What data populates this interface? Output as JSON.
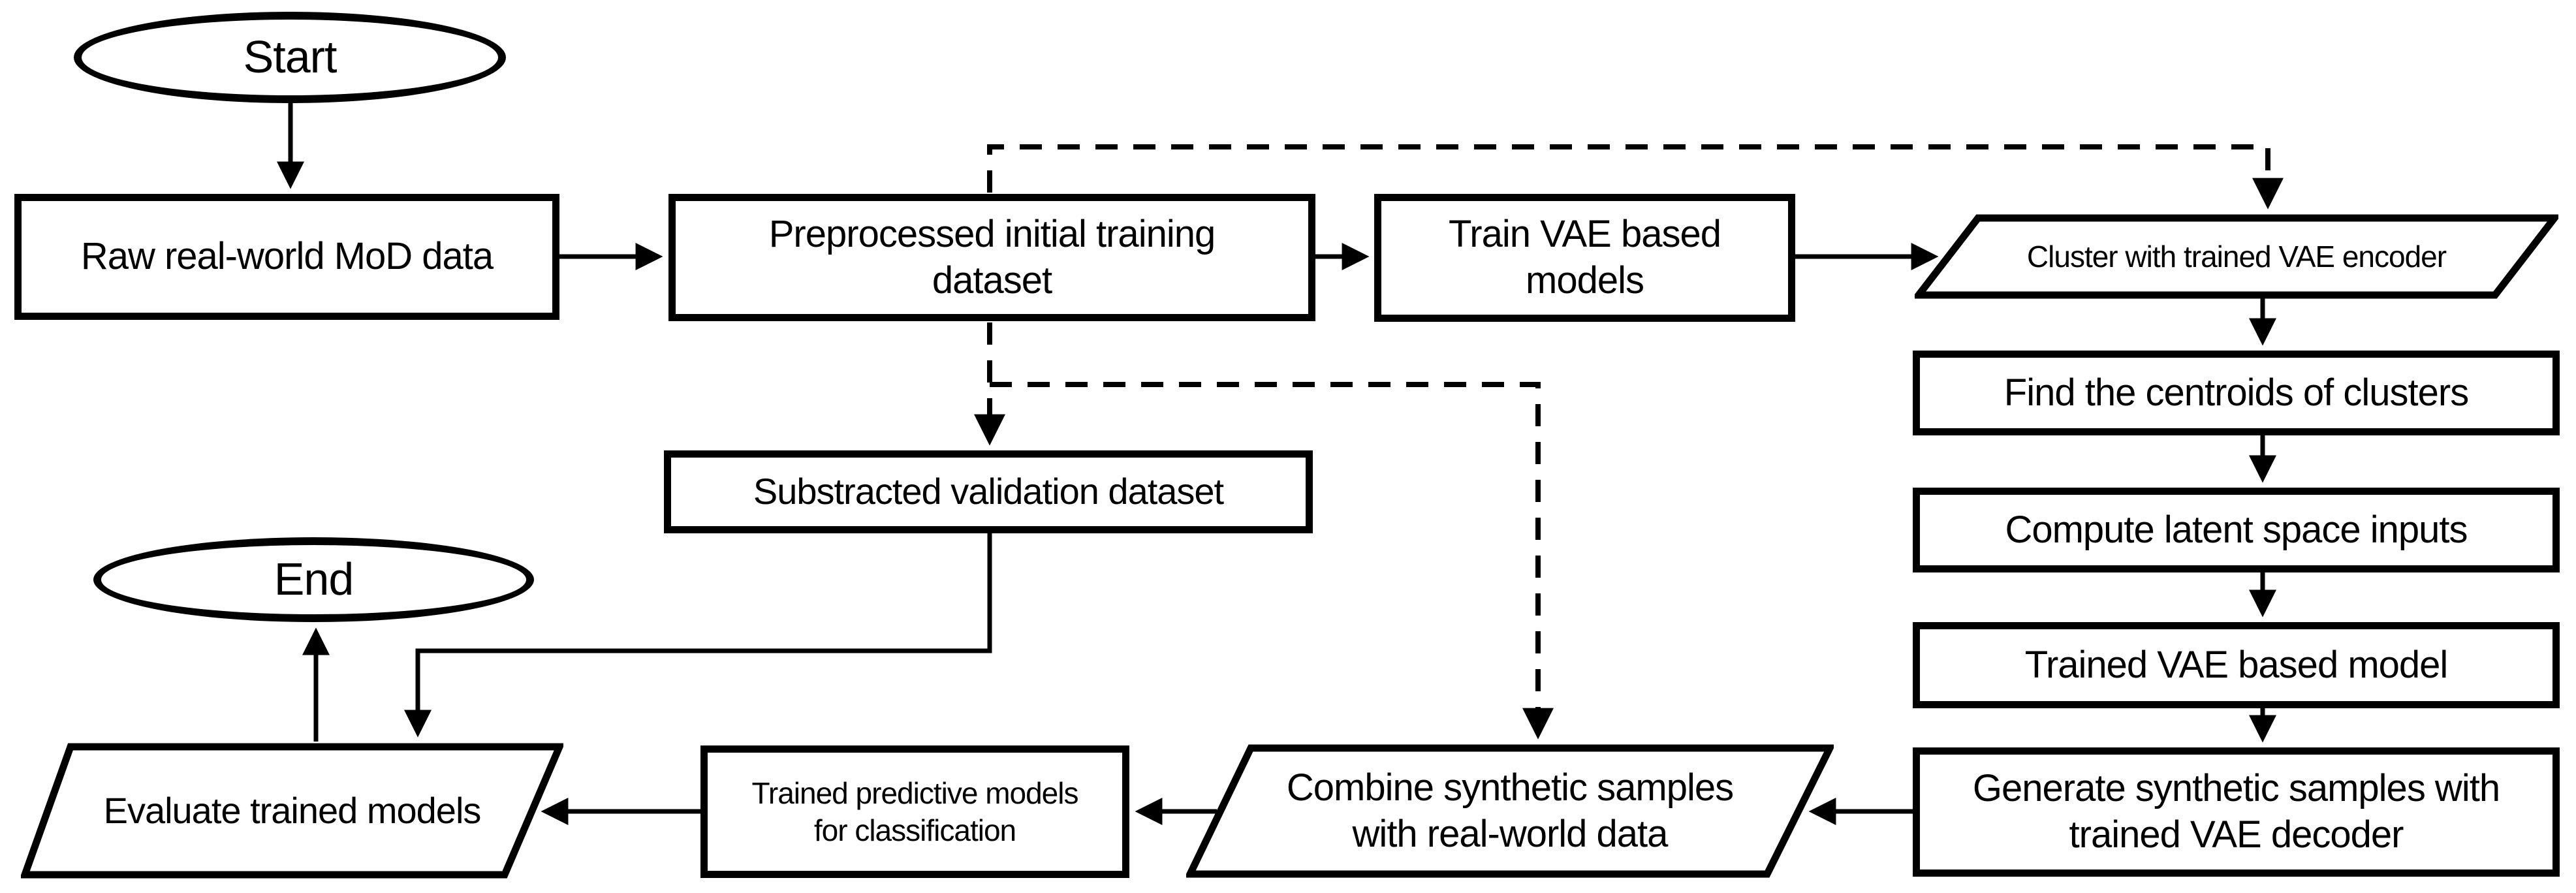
{
  "diagram_title": "VAE-based synthetic data generation flowchart",
  "colors": {
    "stroke": "#000000",
    "fill": "#ffffff"
  },
  "nodes": {
    "start": {
      "label": "Start",
      "shape": "terminator"
    },
    "raw": {
      "label": "Raw real-world MoD data",
      "shape": "rectangle"
    },
    "preprocessed": {
      "label": "Preprocessed initial training dataset",
      "shape": "rectangle"
    },
    "train": {
      "label": "Train VAE based models",
      "shape": "rectangle"
    },
    "cluster": {
      "label": "Cluster with trained VAE encoder",
      "shape": "parallelogram"
    },
    "find": {
      "label": "Find the centroids of clusters",
      "shape": "rectangle"
    },
    "compute": {
      "label": "Compute latent space inputs",
      "shape": "rectangle"
    },
    "trained_model": {
      "label": "Trained VAE based model",
      "shape": "rectangle"
    },
    "generate": {
      "label": "Generate synthetic samples with trained VAE decoder",
      "shape": "rectangle"
    },
    "combine": {
      "label": "Combine synthetic samples with real-world data",
      "shape": "parallelogram"
    },
    "predictive": {
      "label": "Trained predictive models for classification",
      "shape": "rectangle"
    },
    "evaluate": {
      "label": "Evaluate trained models",
      "shape": "parallelogram"
    },
    "end": {
      "label": "End",
      "shape": "terminator"
    },
    "substracted": {
      "label": "Substracted validation dataset",
      "shape": "rectangle"
    }
  },
  "edges": [
    {
      "from": "start",
      "to": "raw",
      "style": "solid"
    },
    {
      "from": "raw",
      "to": "preprocessed",
      "style": "solid"
    },
    {
      "from": "preprocessed",
      "to": "train",
      "style": "solid"
    },
    {
      "from": "train",
      "to": "cluster",
      "style": "solid"
    },
    {
      "from": "cluster",
      "to": "find",
      "style": "solid"
    },
    {
      "from": "find",
      "to": "compute",
      "style": "solid"
    },
    {
      "from": "compute",
      "to": "trained_model",
      "style": "solid"
    },
    {
      "from": "trained_model",
      "to": "generate",
      "style": "solid"
    },
    {
      "from": "generate",
      "to": "combine",
      "style": "solid"
    },
    {
      "from": "combine",
      "to": "predictive",
      "style": "solid"
    },
    {
      "from": "predictive",
      "to": "evaluate",
      "style": "solid"
    },
    {
      "from": "substracted",
      "to": "evaluate",
      "style": "solid"
    },
    {
      "from": "evaluate",
      "to": "end",
      "style": "solid"
    },
    {
      "from": "preprocessed",
      "to": "cluster",
      "style": "dashed"
    },
    {
      "from": "preprocessed",
      "to": "substracted",
      "style": "dashed"
    },
    {
      "from": "preprocessed",
      "to": "combine",
      "style": "dashed"
    }
  ]
}
